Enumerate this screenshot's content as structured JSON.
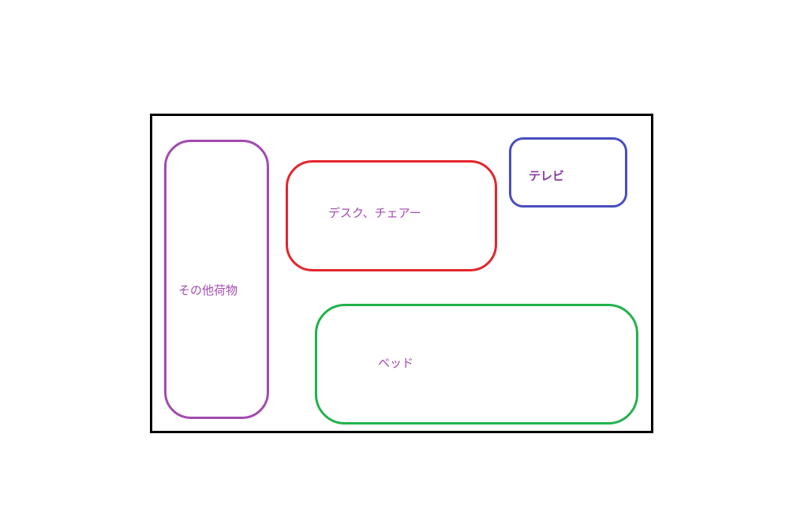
{
  "diagram": {
    "zones": [
      {
        "id": "other",
        "label": "その他荷物",
        "border_color": "#a24ab0",
        "label_color": "#a24ab0"
      },
      {
        "id": "desk",
        "label": "デスク、チェアー",
        "border_color": "#e3262d",
        "label_color": "#a24ab0"
      },
      {
        "id": "tv",
        "label": "テレビ",
        "border_color": "#4a4ec0",
        "label_color": "#8a3aa0"
      },
      {
        "id": "bed",
        "label": "ベッド",
        "border_color": "#22b24c",
        "label_color": "#a24ab0"
      }
    ],
    "room_border_color": "#000000"
  }
}
